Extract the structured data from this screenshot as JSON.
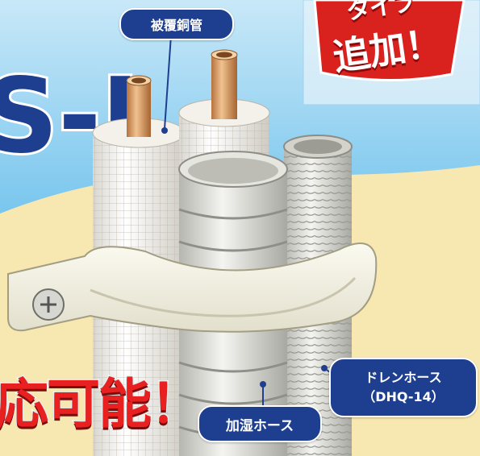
{
  "headline": {
    "partial_top": "S-I",
    "partial_bottom": "応可能！"
  },
  "badge": {
    "line1": "タイプ",
    "line2": "追加！"
  },
  "labels": {
    "copper_pipe": "被覆銅管",
    "humidifier_hose": "加湿ホース",
    "drain_hose_line1": "ドレンホース",
    "drain_hose_line2": "（DHQ-14）"
  },
  "colors": {
    "sky": "#5ab8ea",
    "sand": "#f7e7b0",
    "label_bg": "#1e3f8f",
    "headline_red": "#e8201f",
    "badge_red": "#d9221e"
  }
}
